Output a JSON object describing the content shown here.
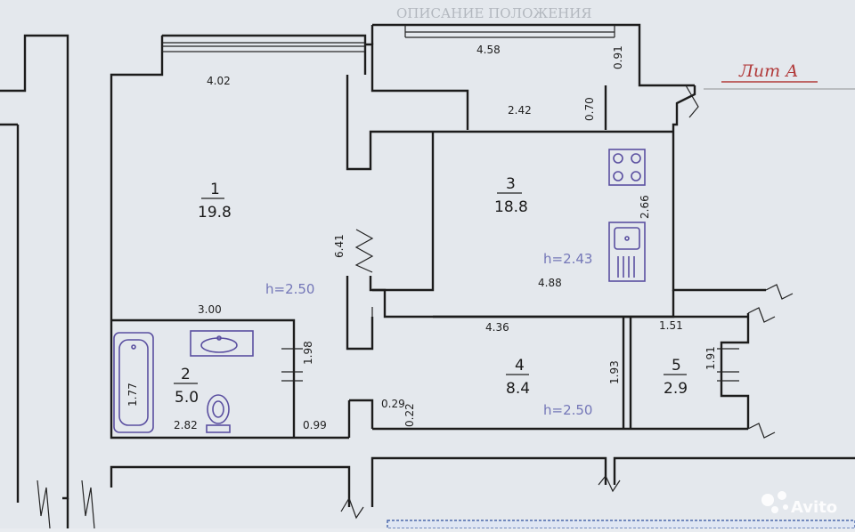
{
  "header_text": "ОПИСАНИЕ ПОЛОЖЕНИЯ",
  "liter_label": "Лит А",
  "rooms": [
    {
      "number": "1",
      "area": "19.8"
    },
    {
      "number": "2",
      "area": "5.0"
    },
    {
      "number": "3",
      "area": "18.8"
    },
    {
      "number": "4",
      "area": "8.4"
    },
    {
      "number": "5",
      "area": "2.9"
    }
  ],
  "heights": {
    "room1": "h=2.50",
    "room3": "h=2.43",
    "room4": "h=2.50"
  },
  "dimensions": {
    "d_458": "4.58",
    "d_091": "0.91",
    "d_402": "4.02",
    "d_242": "2.42",
    "d_070": "0.70",
    "d_266": "2.66",
    "d_641": "6.41",
    "d_488": "4.88",
    "d_300": "3.00",
    "d_198": "1.98",
    "d_177": "1.77",
    "d_282": "2.82",
    "d_099": "0.99",
    "d_436": "4.36",
    "d_151": "1.51",
    "d_191": "1.91",
    "d_193": "1.93",
    "d_029": "0.29",
    "d_022": "0.22"
  },
  "watermark": "Avito",
  "icons": [
    "stove-icon",
    "sink-icon",
    "bathtub-icon",
    "washbasin-icon",
    "toilet-icon",
    "avito-logo-icon"
  ]
}
